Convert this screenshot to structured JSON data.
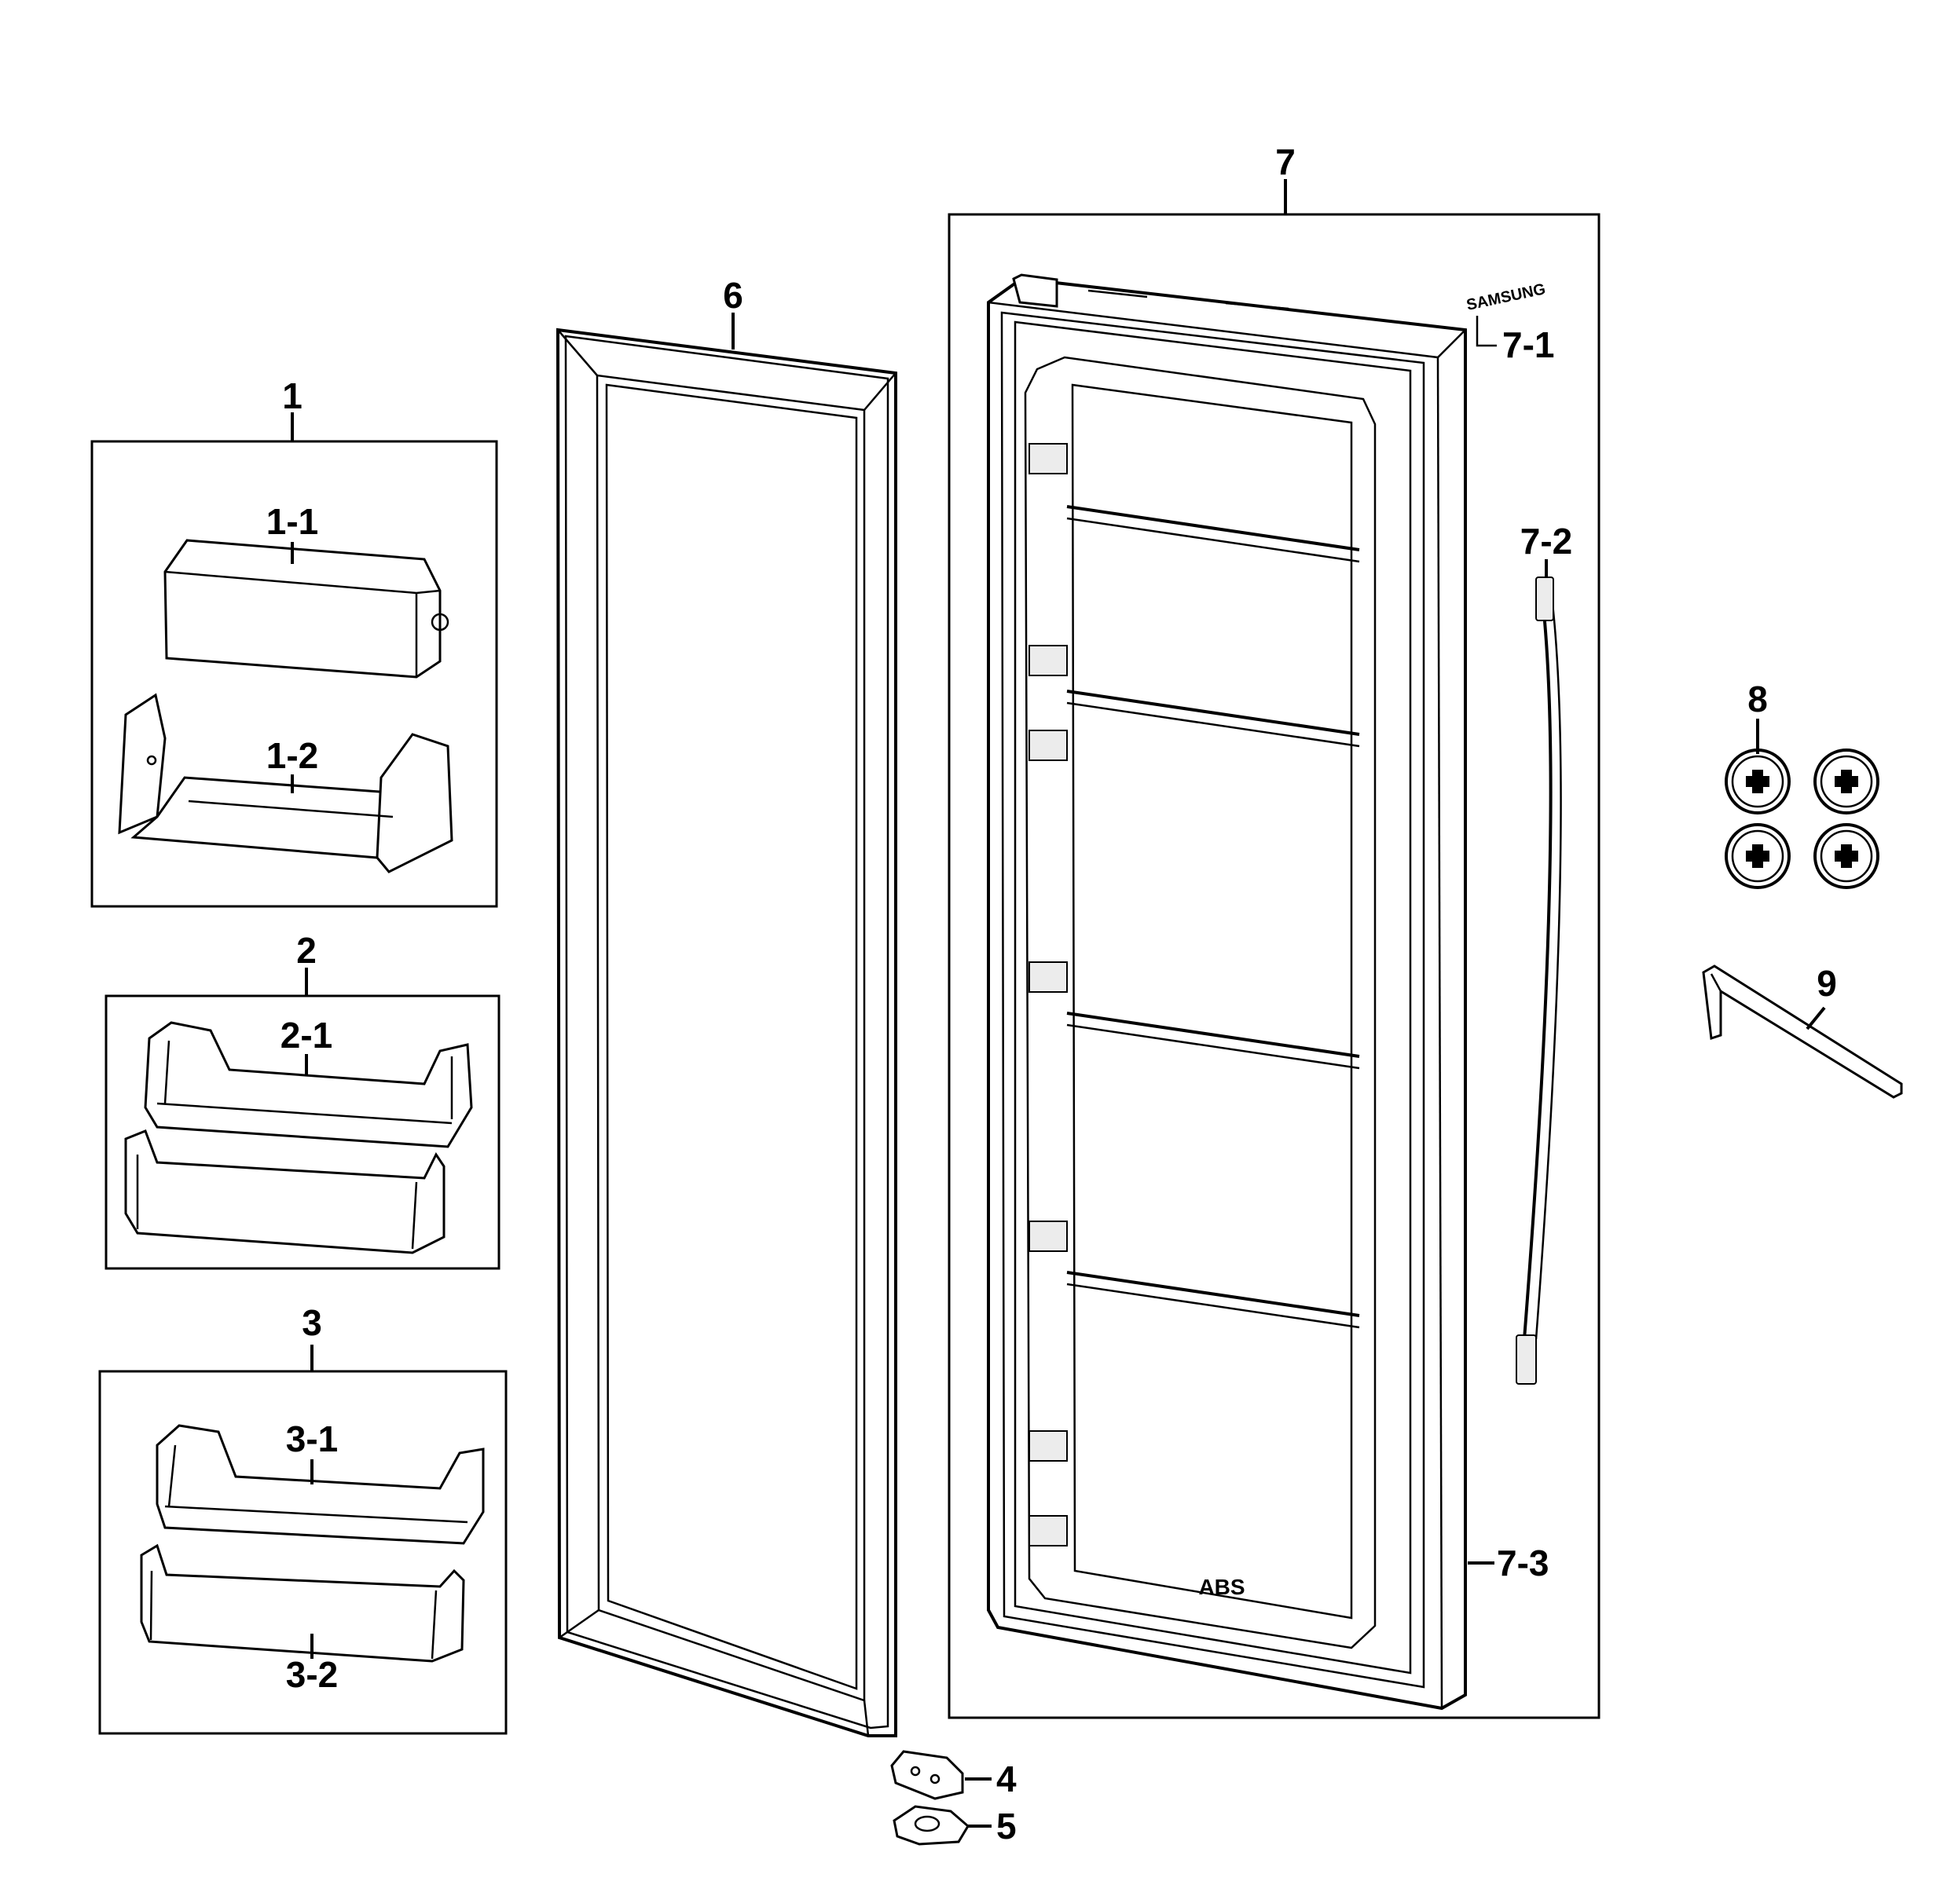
{
  "labels": {
    "p1": "1",
    "p1_1": "1-1",
    "p1_2": "1-2",
    "p2": "2",
    "p2_1": "2-1",
    "p3": "3",
    "p3_1": "3-1",
    "p3_2": "3-2",
    "p4": "4",
    "p5": "5",
    "p6": "6",
    "p7": "7",
    "p7_1": "7-1",
    "p7_2": "7-2",
    "p7_3": "7-3",
    "p8": "8",
    "p9": "9"
  },
  "brand_mark": "SAMSUNG",
  "material_mark": "ABS"
}
